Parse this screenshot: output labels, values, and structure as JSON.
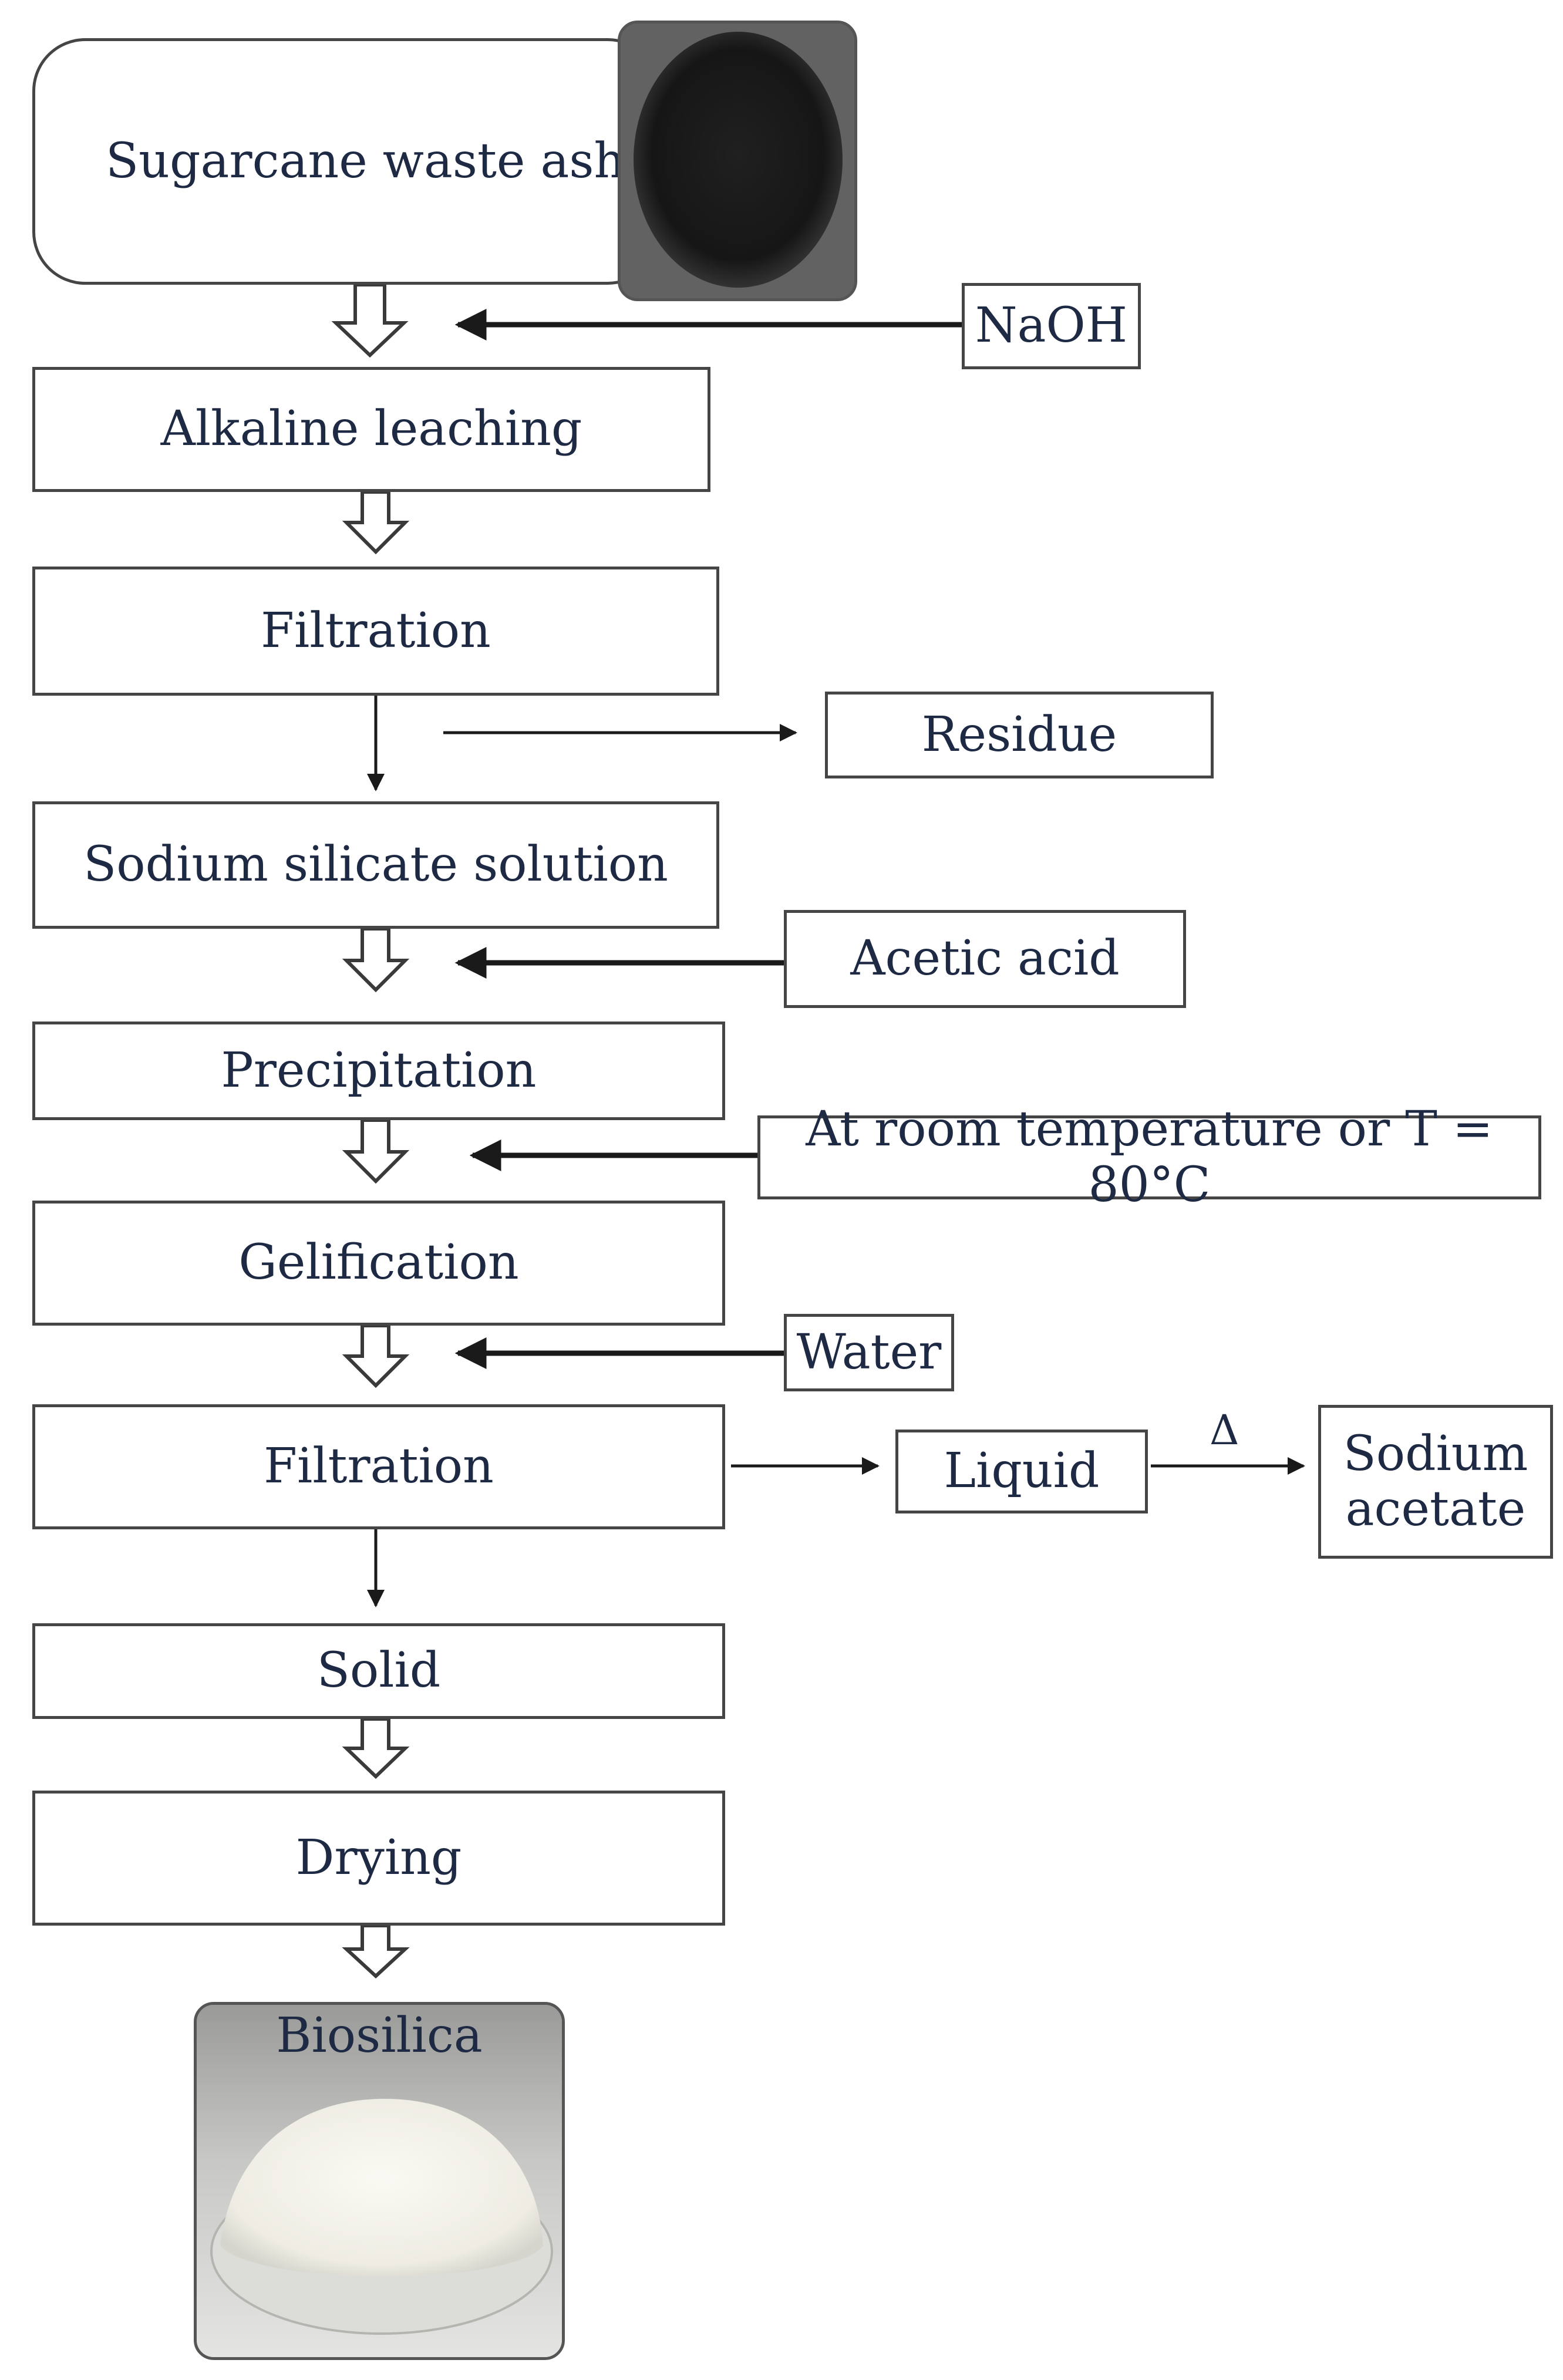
{
  "steps": {
    "ash": "Sugarcane waste ash",
    "alkaline": "Alkaline leaching",
    "filtration1": "Filtration",
    "silicate": "Sodium silicate solution",
    "precipitation": "Precipitation",
    "gelification": "Gelification",
    "filtration2": "Filtration",
    "solid": "Solid",
    "drying": "Drying",
    "biosilica": "Biosilica"
  },
  "inputs": {
    "naoh": "NaOH",
    "acetic": "Acetic acid",
    "temperature": "At room temperature or T = 80°C",
    "water": "Water"
  },
  "outputs": {
    "residue": "Residue",
    "liquid": "Liquid",
    "delta": "Δ",
    "sodium_line1": "Sodium",
    "sodium_line2": "acetate"
  }
}
